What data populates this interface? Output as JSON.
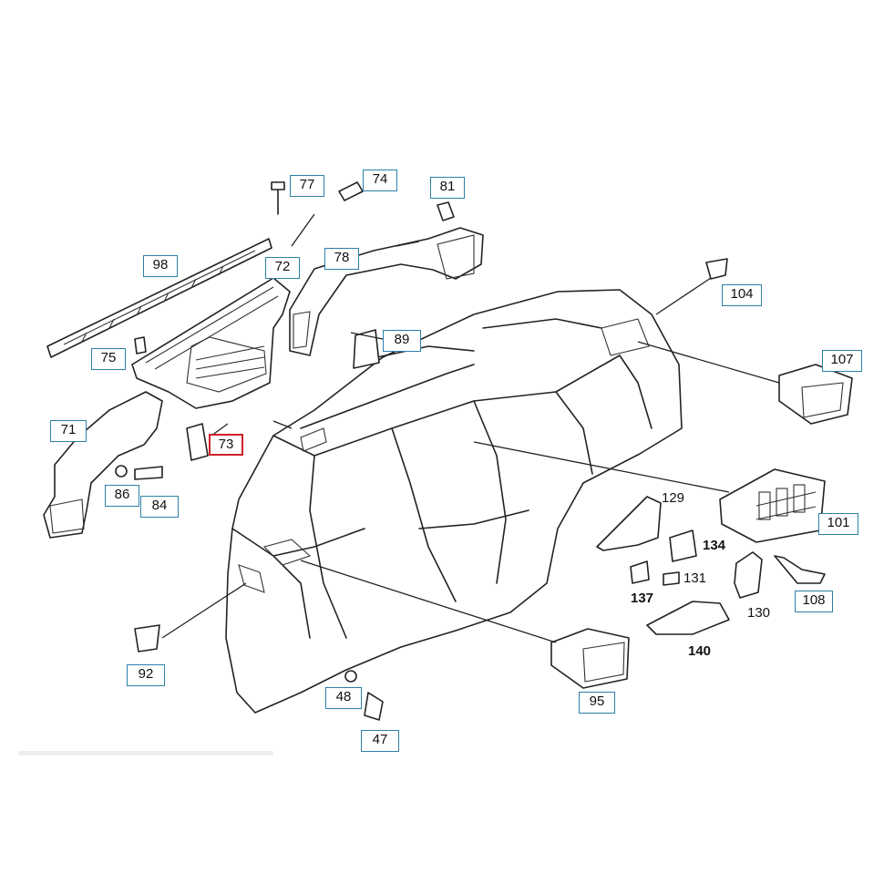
{
  "diagram": {
    "callouts": [
      {
        "id": "77",
        "label": "77"
      },
      {
        "id": "74",
        "label": "74"
      },
      {
        "id": "81",
        "label": "81"
      },
      {
        "id": "98",
        "label": "98"
      },
      {
        "id": "72",
        "label": "72"
      },
      {
        "id": "78",
        "label": "78"
      },
      {
        "id": "104",
        "label": "104"
      },
      {
        "id": "89",
        "label": "89"
      },
      {
        "id": "75",
        "label": "75"
      },
      {
        "id": "107",
        "label": "107"
      },
      {
        "id": "71",
        "label": "71"
      },
      {
        "id": "73",
        "label": "73",
        "selected": true
      },
      {
        "id": "86",
        "label": "86"
      },
      {
        "id": "84",
        "label": "84"
      },
      {
        "id": "101",
        "label": "101"
      },
      {
        "id": "108",
        "label": "108"
      },
      {
        "id": "92",
        "label": "92"
      },
      {
        "id": "95",
        "label": "95"
      },
      {
        "id": "48",
        "label": "48"
      },
      {
        "id": "47",
        "label": "47"
      }
    ],
    "plain_labels": [
      {
        "id": "129",
        "label": "129"
      },
      {
        "id": "134",
        "label": "134"
      },
      {
        "id": "131",
        "label": "131"
      },
      {
        "id": "137",
        "label": "137"
      },
      {
        "id": "130",
        "label": "130"
      },
      {
        "id": "140",
        "label": "140"
      }
    ],
    "colors": {
      "callout_border": "#2d7fa8",
      "selected_border": "#d0202a",
      "line": "#222222"
    }
  }
}
